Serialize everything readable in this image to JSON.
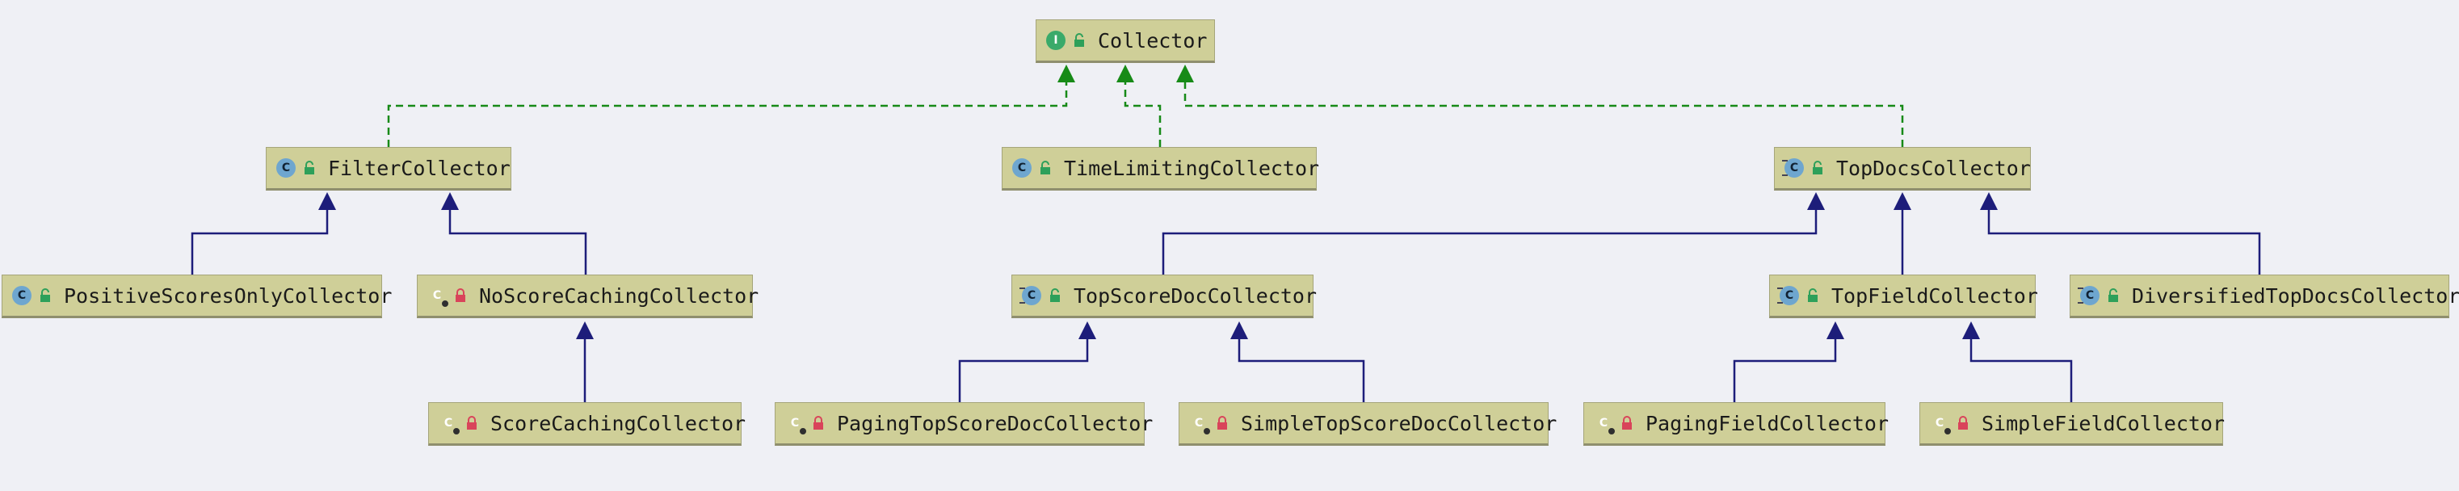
{
  "diagram": {
    "colors": {
      "background": "#eff0f5",
      "node_fill": "#cfcf98",
      "extends_edge": "#1d1d7a",
      "implements_edge": "#178a17",
      "public_lock": "#2ea05a",
      "private_lock": "#d9445a"
    },
    "nodes": [
      {
        "id": "collector",
        "label": "Collector",
        "kind": "interface",
        "kind_letter": "I",
        "visibility": "public"
      },
      {
        "id": "filter",
        "label": "FilterCollector",
        "kind": "class",
        "kind_letter": "C",
        "visibility": "public"
      },
      {
        "id": "timelimit",
        "label": "TimeLimitingCollector",
        "kind": "class",
        "kind_letter": "C",
        "visibility": "public"
      },
      {
        "id": "topdocs",
        "label": "TopDocsCollector",
        "kind": "abstract",
        "kind_letter": "C",
        "visibility": "public"
      },
      {
        "id": "positive",
        "label": "PositiveScoresOnlyCollector",
        "kind": "class",
        "kind_letter": "C",
        "visibility": "public"
      },
      {
        "id": "noscore",
        "label": "NoScoreCachingCollector",
        "kind": "inner",
        "kind_letter": "C",
        "visibility": "private"
      },
      {
        "id": "topscore",
        "label": "TopScoreDocCollector",
        "kind": "abstract",
        "kind_letter": "C",
        "visibility": "public"
      },
      {
        "id": "topfield",
        "label": "TopFieldCollector",
        "kind": "abstract",
        "kind_letter": "C",
        "visibility": "public"
      },
      {
        "id": "diversified",
        "label": "DiversifiedTopDocsCollector",
        "kind": "abstract",
        "kind_letter": "C",
        "visibility": "public"
      },
      {
        "id": "scorecaching",
        "label": "ScoreCachingCollector",
        "kind": "inner",
        "kind_letter": "C",
        "visibility": "private"
      },
      {
        "id": "pagingtop",
        "label": "PagingTopScoreDocCollector",
        "kind": "inner",
        "kind_letter": "C",
        "visibility": "private"
      },
      {
        "id": "simpletop",
        "label": "SimpleTopScoreDocCollector",
        "kind": "inner",
        "kind_letter": "C",
        "visibility": "private"
      },
      {
        "id": "pagingfield",
        "label": "PagingFieldCollector",
        "kind": "inner",
        "kind_letter": "C",
        "visibility": "private"
      },
      {
        "id": "simplefield",
        "label": "SimpleFieldCollector",
        "kind": "inner",
        "kind_letter": "C",
        "visibility": "private"
      }
    ],
    "edges": [
      {
        "from": "filter",
        "to": "collector",
        "type": "implements"
      },
      {
        "from": "timelimit",
        "to": "collector",
        "type": "implements"
      },
      {
        "from": "topdocs",
        "to": "collector",
        "type": "implements"
      },
      {
        "from": "positive",
        "to": "filter",
        "type": "extends"
      },
      {
        "from": "noscore",
        "to": "filter",
        "type": "extends"
      },
      {
        "from": "scorecaching",
        "to": "noscore",
        "type": "extends"
      },
      {
        "from": "topscore",
        "to": "topdocs",
        "type": "extends"
      },
      {
        "from": "topfield",
        "to": "topdocs",
        "type": "extends"
      },
      {
        "from": "diversified",
        "to": "topdocs",
        "type": "extends"
      },
      {
        "from": "pagingtop",
        "to": "topscore",
        "type": "extends"
      },
      {
        "from": "simpletop",
        "to": "topscore",
        "type": "extends"
      },
      {
        "from": "pagingfield",
        "to": "topfield",
        "type": "extends"
      },
      {
        "from": "simplefield",
        "to": "topfield",
        "type": "extends"
      }
    ]
  }
}
